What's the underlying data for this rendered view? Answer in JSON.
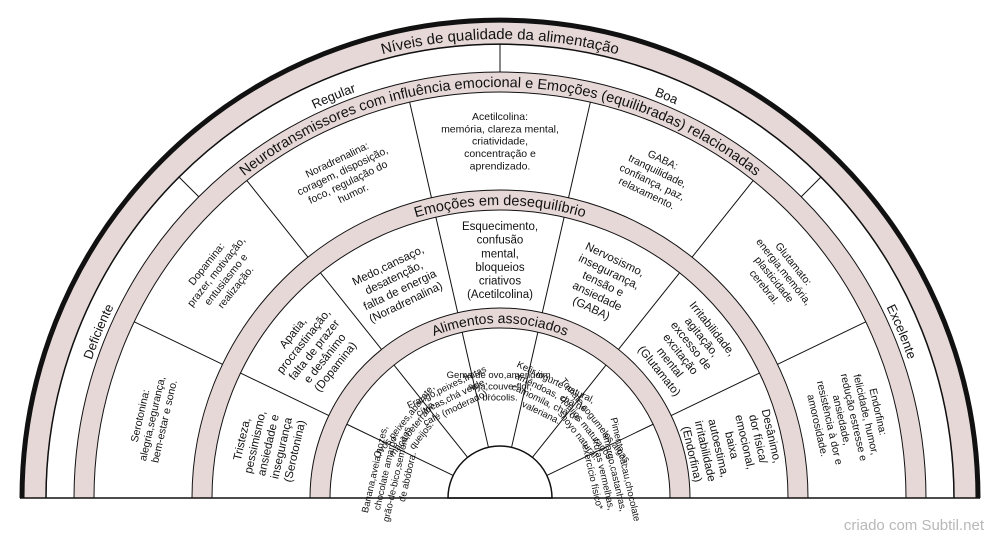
{
  "title": "Níveis de qualidade da alimentação",
  "quality_levels": [
    "Deficiente",
    "Regular",
    "Boa",
    "Excelente"
  ],
  "ring_titles": {
    "neuro": "Neurotransmissores com influência emocional e Emoções (equilibradas) relacionadas",
    "unbalanced": "Emoções em desequilíbrio",
    "foods": "Alimentos associados"
  },
  "neurotransmitters": [
    {
      "lines": [
        "Serotonina:",
        "alegria,segurança,",
        "bem-estar e sono."
      ]
    },
    {
      "lines": [
        "Dopamina:",
        "prazer, motivação,",
        "entusiasmo e",
        "realização."
      ]
    },
    {
      "lines": [
        "Noradrenalina:",
        "coragem, disposição,",
        "foco, regulação do",
        "humor."
      ]
    },
    {
      "lines": [
        "Acetilcolina:",
        "memória, clareza mental,",
        "criatividade,",
        "concentração e",
        "aprendizado."
      ]
    },
    {
      "lines": [
        "GABA:",
        "tranquilidade,",
        "confiança, paz,",
        "relaxamento."
      ]
    },
    {
      "lines": [
        "Glutamato:",
        "energia,memória,",
        "plasticidade",
        "cerebral."
      ]
    },
    {
      "lines": [
        "Endorfina:",
        "felicidade, humor,",
        "redução estresse e",
        "ansiedade,",
        "resistência à dor e",
        "amorosidade."
      ]
    }
  ],
  "unbalanced_emotions": [
    {
      "lines": [
        "Tristeza,",
        "pessimismo,",
        "ansiedade e",
        "insegurança",
        "(Serotonina)"
      ]
    },
    {
      "lines": [
        "Apatia,",
        "procrastinação,",
        "falta de prazer",
        "e desânimo",
        "(Dopamina)"
      ]
    },
    {
      "lines": [
        "Medo,cansaço,",
        "desatenção,",
        "falta de energia",
        "(Noradrenalina)"
      ]
    },
    {
      "lines": [
        "Esquecimento,",
        "confusão",
        "mental,",
        "bloqueios",
        "criativos",
        "(Acetilcolina)"
      ]
    },
    {
      "lines": [
        "Nervosismo,",
        "insegurança,",
        "tensão e",
        "ansiedade",
        "(GABA)"
      ]
    },
    {
      "lines": [
        "Irritabilidade,",
        "agitação,",
        "excesso de",
        "excitação",
        "mental",
        "(Glutamato)"
      ]
    },
    {
      "lines": [
        "Desânimo,",
        "dor física/",
        "emocional,",
        "baixa",
        "autoestima,",
        "irritabilidade",
        "(Endorfina)"
      ]
    }
  ],
  "foods": [
    {
      "lines": [
        "Banana,aveia,nozes,",
        "chocolate amargo,",
        "grão-de-bico,sementes",
        "de abóbora."
      ]
    },
    {
      "lines": [
        "Ovos,peixes,abacate,",
        "maçã,beterraba,",
        "queijos."
      ]
    },
    {
      "lines": [
        "Frango,peixes,frutas",
        "cítricas,chá verde,",
        "café (moderado)."
      ]
    },
    {
      "lines": [
        "Gema de ovo,amendoim,",
        "soja,couve-flor,",
        "brócolis."
      ]
    },
    {
      "lines": [
        "Kefir,iogurte natural,",
        "amêndoas, chá de",
        "camomila, chá de",
        "valeriana."
      ]
    },
    {
      "lines": [
        "Tomate,cogumelos,algas,",
        "queijos maturados,",
        "shoyo natural."
      ]
    },
    {
      "lines": [
        "Pimenta,cacau,chocolate",
        "amargo,castanhas,",
        "frutas vermelhas,",
        "exercício físico*"
      ]
    }
  ],
  "credit": "criado com Subtil.net",
  "colors": {
    "band": "#e7d8d8",
    "outline": "#111111",
    "background": "#ffffff"
  }
}
